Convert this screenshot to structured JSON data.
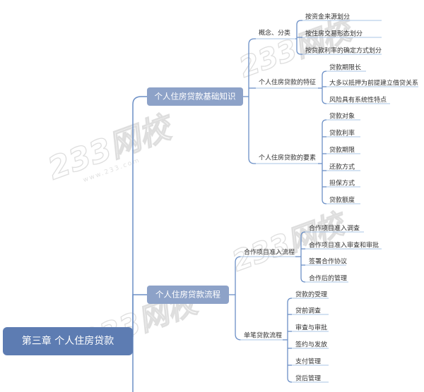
{
  "root": {
    "label": "第三章 个人住房贷款"
  },
  "watermark": {
    "text": "233网校",
    "sub": "www.233.com"
  },
  "branches": [
    {
      "label": "个人住房贷款基础知识",
      "subs": [
        {
          "label": "概念、分类",
          "items": [
            "按资金来源划分",
            "按住房交易形态划分",
            "按贷款利率的确定方式划分"
          ]
        },
        {
          "label": "个人住房贷款的特征",
          "items": [
            "贷款期限长",
            "大多以抵押为前提建立借贷关系",
            "风险具有系统性特点"
          ]
        },
        {
          "label": "个人住房贷款的要素",
          "items": [
            "贷款对象",
            "贷款利率",
            "贷款期限",
            "还款方式",
            "担保方式",
            "贷款额度"
          ]
        }
      ]
    },
    {
      "label": "个人住房贷款流程",
      "subs": [
        {
          "label": "合作项目准入流程",
          "items": [
            "合作项目准入调查",
            "合作项目准入审查和审批",
            "签署合作协议",
            "合作后的管理"
          ]
        },
        {
          "label": "单笔贷款流程",
          "items": [
            "贷款的受理",
            "贷前调查",
            "审查与审批",
            "签约与发放",
            "支付管理",
            "贷后管理"
          ]
        }
      ]
    }
  ],
  "colors": {
    "line": "#6b8fc6",
    "node_fill": "#8da2c8",
    "root_fill": "#5d7cb2",
    "leaf_line": "#a9c4e6"
  }
}
